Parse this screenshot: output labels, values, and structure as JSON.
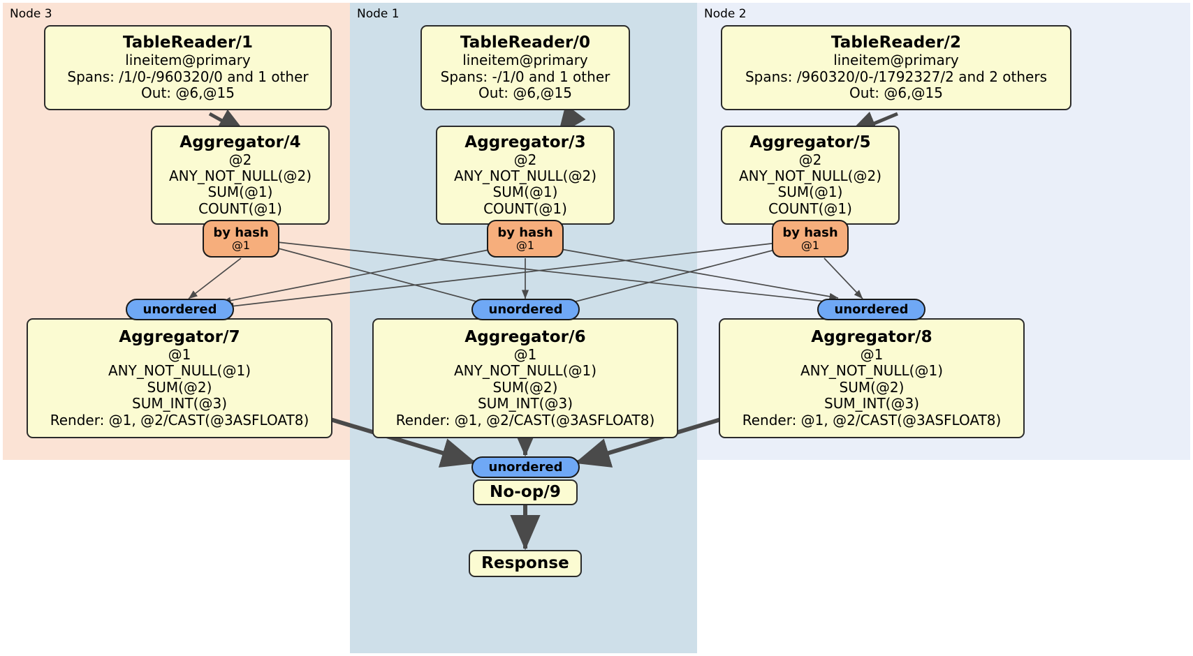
{
  "diagram": {
    "type": "distributed-query-plan",
    "regions": [
      {
        "id": "node3",
        "label": "Node 3",
        "color": "#fbe3d5"
      },
      {
        "id": "node1",
        "label": "Node 1",
        "color": "#cedfe9"
      },
      {
        "id": "node2",
        "label": "Node 2",
        "color": "#eaeff9"
      }
    ],
    "processors": [
      {
        "id": "tablereader1",
        "region": "node3",
        "title": "TableReader/1",
        "rows": [
          "lineitem@primary",
          "Spans: /1/0-/960320/0 and 1 other",
          "Out: @6,@15"
        ]
      },
      {
        "id": "tablereader0",
        "region": "node1",
        "title": "TableReader/0",
        "rows": [
          "lineitem@primary",
          "Spans: -/1/0 and 1 other",
          "Out: @6,@15"
        ]
      },
      {
        "id": "tablereader2",
        "region": "node2",
        "title": "TableReader/2",
        "rows": [
          "lineitem@primary",
          "Spans: /960320/0-/1792327/2 and 2 others",
          "Out: @6,@15"
        ]
      },
      {
        "id": "aggregator4",
        "region": "node3",
        "title": "Aggregator/4",
        "rows": [
          "@2",
          "ANY_NOT_NULL(@2)",
          "SUM(@1)",
          "COUNT(@1)"
        ]
      },
      {
        "id": "aggregator3",
        "region": "node1",
        "title": "Aggregator/3",
        "rows": [
          "@2",
          "ANY_NOT_NULL(@2)",
          "SUM(@1)",
          "COUNT(@1)"
        ]
      },
      {
        "id": "aggregator5",
        "region": "node2",
        "title": "Aggregator/5",
        "rows": [
          "@2",
          "ANY_NOT_NULL(@2)",
          "SUM(@1)",
          "COUNT(@1)"
        ]
      },
      {
        "id": "aggregator7",
        "region": "node3",
        "title": "Aggregator/7",
        "rows": [
          "@1",
          "ANY_NOT_NULL(@1)",
          "SUM(@2)",
          "SUM_INT(@3)",
          "Render: @1, @2/CAST(@3ASFLOAT8)"
        ]
      },
      {
        "id": "aggregator6",
        "region": "node1",
        "title": "Aggregator/6",
        "rows": [
          "@1",
          "ANY_NOT_NULL(@1)",
          "SUM(@2)",
          "SUM_INT(@3)",
          "Render: @1, @2/CAST(@3ASFLOAT8)"
        ]
      },
      {
        "id": "aggregator8",
        "region": "node2",
        "title": "Aggregator/8",
        "rows": [
          "@1",
          "ANY_NOT_NULL(@1)",
          "SUM(@2)",
          "SUM_INT(@3)",
          "Render: @1, @2/CAST(@3ASFLOAT8)"
        ]
      },
      {
        "id": "noop9",
        "region": "node1",
        "title": "No-op/9",
        "rows": []
      },
      {
        "id": "response",
        "region": "node1",
        "title": "Response",
        "rows": []
      }
    ],
    "routers": [
      {
        "id": "hash-left",
        "region": "node3",
        "title": "by hash",
        "sub": "@1",
        "kind": "hash",
        "color": "#f6ae7c"
      },
      {
        "id": "hash-mid",
        "region": "node1",
        "title": "by hash",
        "sub": "@1",
        "kind": "hash",
        "color": "#f6ae7c"
      },
      {
        "id": "hash-right",
        "region": "node2",
        "title": "by hash",
        "sub": "@1",
        "kind": "hash",
        "color": "#f6ae7c"
      },
      {
        "id": "sync-left",
        "region": "node3",
        "title": "unordered",
        "sub": "",
        "kind": "unordered",
        "color": "#6fa8f5"
      },
      {
        "id": "sync-mid",
        "region": "node1",
        "title": "unordered",
        "sub": "",
        "kind": "unordered",
        "color": "#6fa8f5"
      },
      {
        "id": "sync-right",
        "region": "node2",
        "title": "unordered",
        "sub": "",
        "kind": "unordered",
        "color": "#6fa8f5"
      },
      {
        "id": "sync-final",
        "region": "node1",
        "title": "unordered",
        "sub": "",
        "kind": "unordered",
        "color": "#6fa8f5"
      }
    ]
  }
}
